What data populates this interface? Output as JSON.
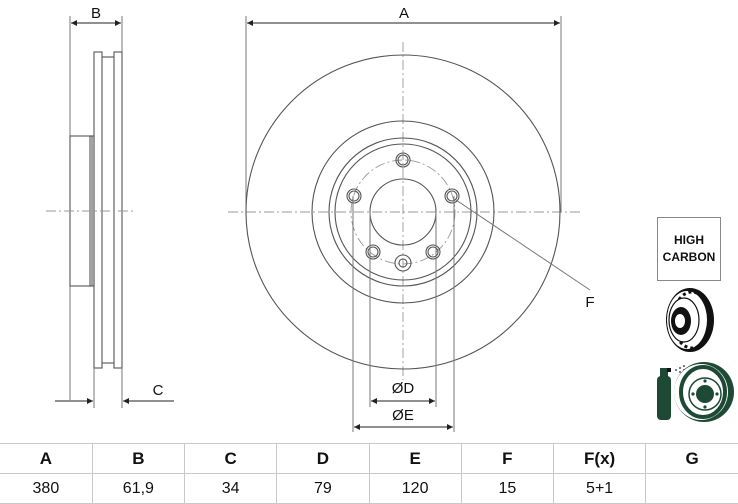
{
  "drawing": {
    "labels": {
      "A": "A",
      "B": "B",
      "C": "C",
      "F": "F",
      "D": "ØD",
      "E": "ØE"
    }
  },
  "badges": {
    "high_carbon": {
      "line1": "HIGH",
      "line2": "CARBON"
    },
    "icons": [
      "vented-disc-icon",
      "coated-disc-spray-icon"
    ],
    "accent_color": "#1e4a35"
  },
  "spec_table": {
    "headers": [
      "A",
      "B",
      "C",
      "D",
      "E",
      "F",
      "F(x)",
      "G"
    ],
    "values": [
      "380",
      "61,9",
      "34",
      "79",
      "120",
      "15",
      "5+1",
      ""
    ]
  }
}
